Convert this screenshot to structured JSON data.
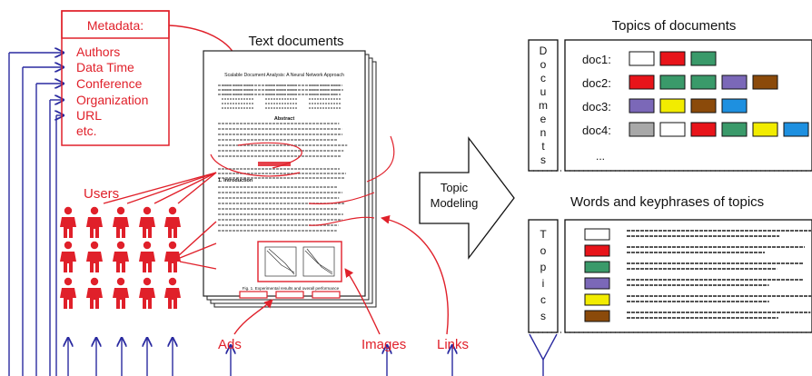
{
  "metadata": {
    "header": "Metadata:",
    "items": [
      "Authors",
      "Data Time",
      "Conference",
      "Organization",
      "URL",
      "etc."
    ]
  },
  "text_documents": {
    "title": "Text documents",
    "paper_title": "Scalable Document Analysis: A Neural Network Approach",
    "section_abstract": "Abstract",
    "section_intro": "1. Introduction",
    "caption": "Fig. 1. Experimental results and overall performance"
  },
  "labels": {
    "users": "Users",
    "ads": "Ads",
    "images": "Images",
    "links": "Links",
    "topic_modeling_line1": "Topic",
    "topic_modeling_line2": "Modeling"
  },
  "topics_of_documents": {
    "title": "Topics of documents",
    "side_letters": [
      "D",
      "o",
      "c",
      "u",
      "m",
      "e",
      "n",
      "t",
      "s"
    ],
    "rows": [
      {
        "label": "doc1:",
        "colors": [
          "#ffffff",
          "#e8141a",
          "#3a9a6a"
        ]
      },
      {
        "label": "doc2:",
        "colors": [
          "#e8141a",
          "#3a9a6a",
          "#3a9a6a",
          "#7b68b8",
          "#8b4a0a"
        ]
      },
      {
        "label": "doc3:",
        "colors": [
          "#7b68b8",
          "#f2ec00",
          "#8b4a0a",
          "#1e90e0"
        ]
      },
      {
        "label": "doc4:",
        "colors": [
          "#a8a8a8",
          "#ffffff",
          "#e8141a",
          "#3a9a6a",
          "#f2ec00",
          "#1e90e0"
        ]
      }
    ],
    "more": "..."
  },
  "words_of_topics": {
    "title": "Words and keyphrases of topics",
    "side_letters": [
      "T",
      "o",
      "p",
      "i",
      "c",
      "s"
    ],
    "rows": [
      {
        "color": "#ffffff"
      },
      {
        "color": "#e8141a"
      },
      {
        "color": "#3a9a6a"
      },
      {
        "color": "#7b68b8"
      },
      {
        "color": "#f2ec00"
      },
      {
        "color": "#8b4a0a"
      }
    ]
  },
  "colors": {
    "accent_red": "#e0202a",
    "arrow_blue": "#2a2aa0",
    "ink": "#111111"
  }
}
